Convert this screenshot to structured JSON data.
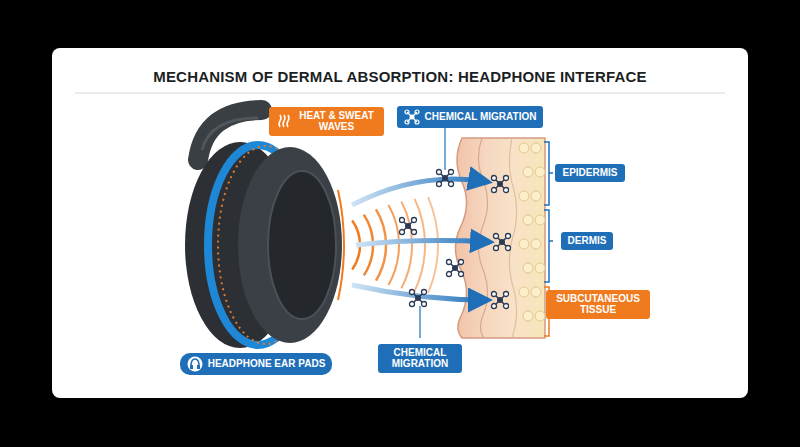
{
  "diagram": {
    "title": "MECHANISM OF DERMAL ABSORPTION: HEADPHONE INTERFACE",
    "nodes": [
      {
        "text": [
          "HEAT & SWEAT WAVES"
        ]
      },
      {
        "text": [
          "CHEMICAL MIGRATION"
        ]
      },
      {
        "text": [
          "EPIDERMIS"
        ]
      },
      {
        "text": [
          "DERMIS"
        ]
      },
      {
        "text": [
          "SUBCUTANEOUS TISSUE"
        ]
      },
      {
        "text": [
          "CHEMICAL MIGRATION"
        ]
      },
      {
        "text": [
          "HEADPHONE EAR PADS"
        ]
      }
    ]
  }
}
